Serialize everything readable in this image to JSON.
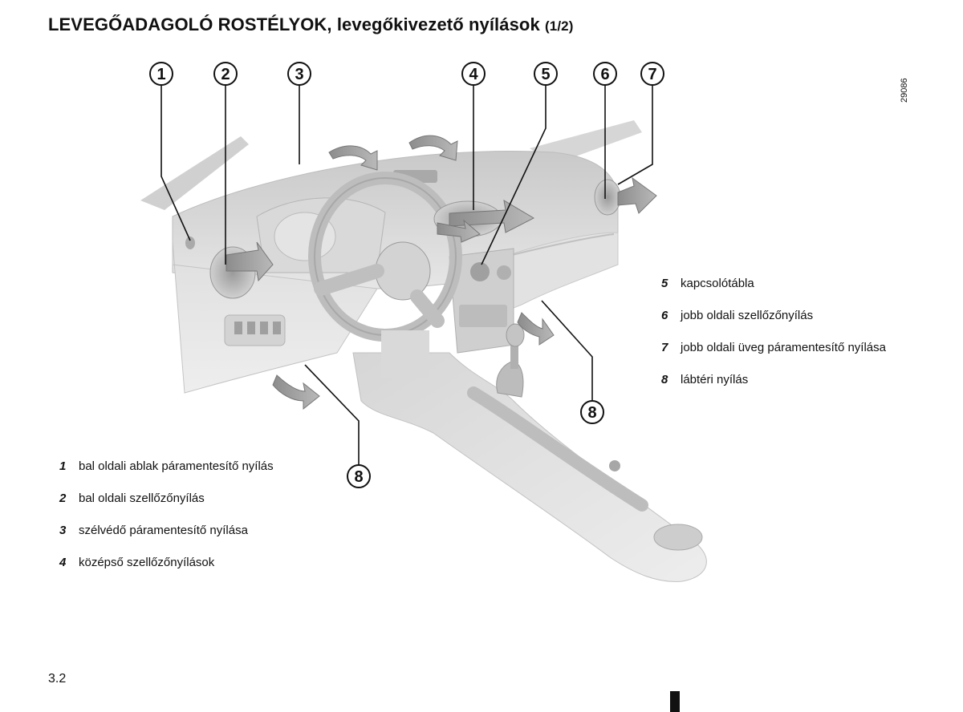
{
  "page": {
    "title_main": "LEVEGŐADAGOLÓ ROSTÉLYOK, levegőkivezető nyílások",
    "title_part": "(1/2)",
    "ref_code": "29086",
    "page_number": "3.2"
  },
  "callouts": [
    "1",
    "2",
    "3",
    "4",
    "5",
    "6",
    "7",
    "8",
    "8"
  ],
  "legend_left": [
    {
      "num": "1",
      "text": "bal oldali ablak páramentesítő nyílás"
    },
    {
      "num": "2",
      "text": "bal oldali szellőzőnyílás"
    },
    {
      "num": "3",
      "text": "szélvédő páramentesítő nyílása"
    },
    {
      "num": "4",
      "text": "középső szellőzőnyílások"
    }
  ],
  "legend_right": [
    {
      "num": "5",
      "text": "kapcsolótábla"
    },
    {
      "num": "6",
      "text": "jobb oldali szellőzőnyílás"
    },
    {
      "num": "7",
      "text": "jobb oldali üveg páramentesítő nyílása"
    },
    {
      "num": "8",
      "text": "lábtéri nyílás"
    }
  ]
}
